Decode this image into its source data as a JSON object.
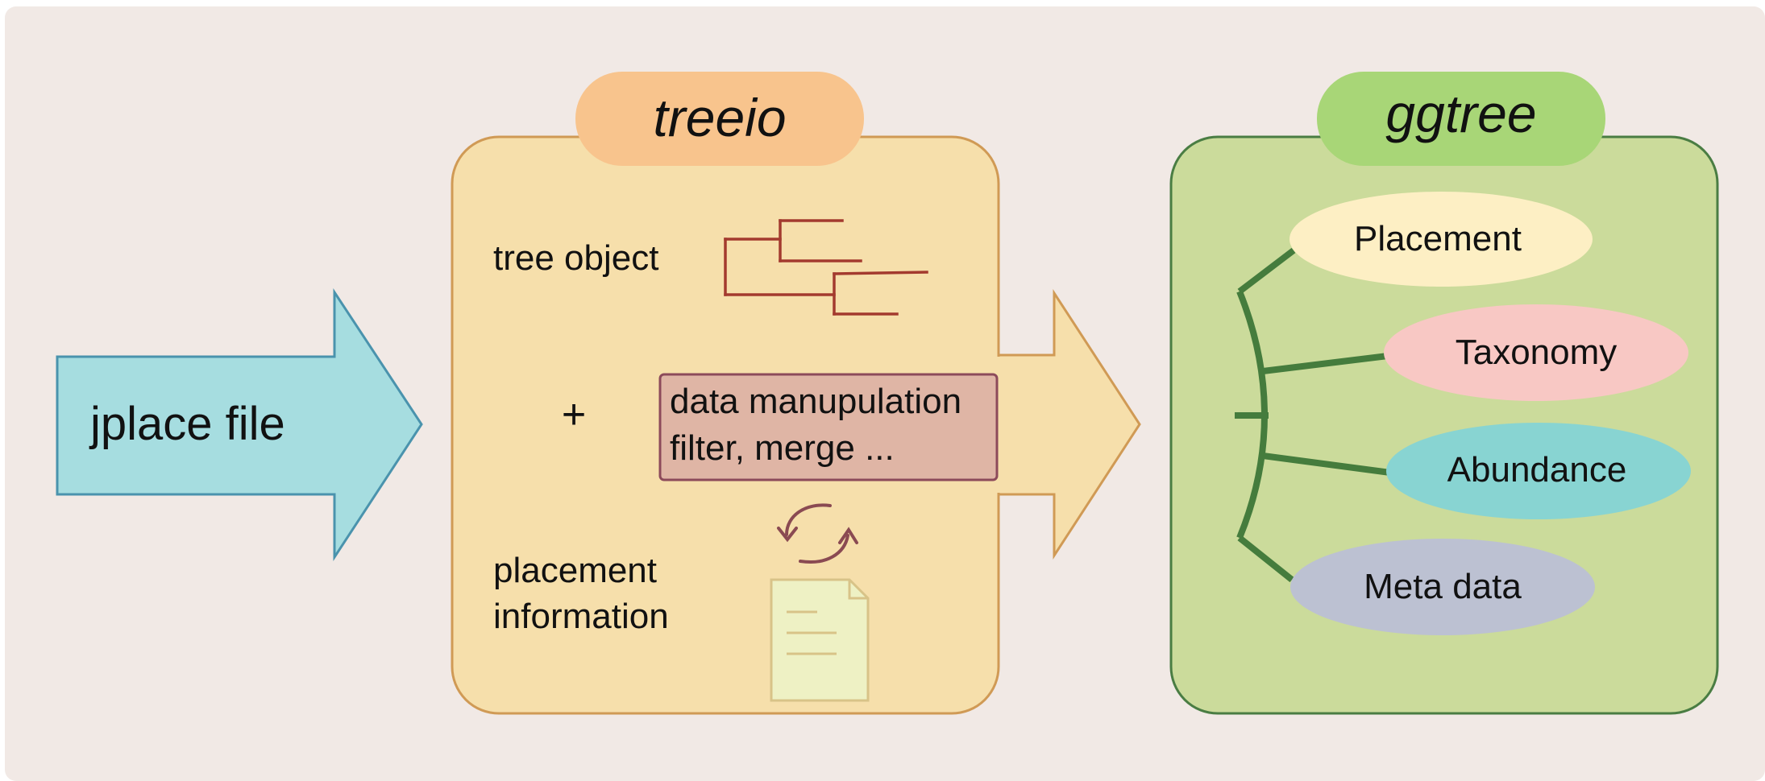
{
  "input": {
    "label": "jplace file"
  },
  "treeio": {
    "title": "treeio",
    "tree_object_label": "tree object",
    "plus_symbol": "+",
    "data_box_line1": "data manupulation",
    "data_box_line2": "filter, merge ...",
    "placement_line1": "placement",
    "placement_line2": "information"
  },
  "ggtree": {
    "title": "ggtree",
    "items": [
      {
        "label": "Placement",
        "color": "#fdefc4"
      },
      {
        "label": "Taxonomy",
        "color": "#f8c8c4"
      },
      {
        "label": "Abundance",
        "color": "#88d4d2"
      },
      {
        "label": "Meta data",
        "color": "#bcc1d2"
      }
    ]
  },
  "colors": {
    "background": "#f1e9e5",
    "input_arrow_fill": "#a6dde0",
    "input_arrow_stroke": "#4a93ad",
    "treeio_fill": "#f6dfab",
    "treeio_stroke": "#d09a55",
    "treeio_title_fill": "#f8c48d",
    "ggtree_fill": "#cbdb9b",
    "ggtree_stroke": "#4a7d43",
    "ggtree_title_fill": "#a8d677",
    "tree_icon_stroke": "#a33a2e",
    "data_box_fill": "#dfb5a5",
    "data_box_stroke": "#8c4a5a",
    "cycle_icon_stroke": "#8a4a52",
    "document_fill": "#eef1c4",
    "document_stroke": "#d8c388",
    "ggtree_branch_stroke": "#457c3d"
  },
  "icons": {
    "tree_icon": "phylogenetic-tree-icon",
    "cycle_icon": "refresh-cycle-icon",
    "document_icon": "document-icon"
  }
}
